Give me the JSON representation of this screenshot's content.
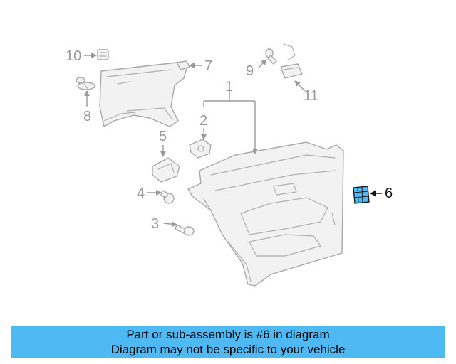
{
  "diagram": {
    "callouts": [
      "1",
      "2",
      "3",
      "4",
      "5",
      "6",
      "7",
      "8",
      "9",
      "10",
      "11"
    ],
    "highlighted_part": "6",
    "highlight_color": "#4fb9f3"
  },
  "banner": {
    "line1": "Part or sub-assembly is #6 in diagram",
    "line2": "Diagram may not be specific to your vehicle",
    "background": "#4fb9f3"
  }
}
